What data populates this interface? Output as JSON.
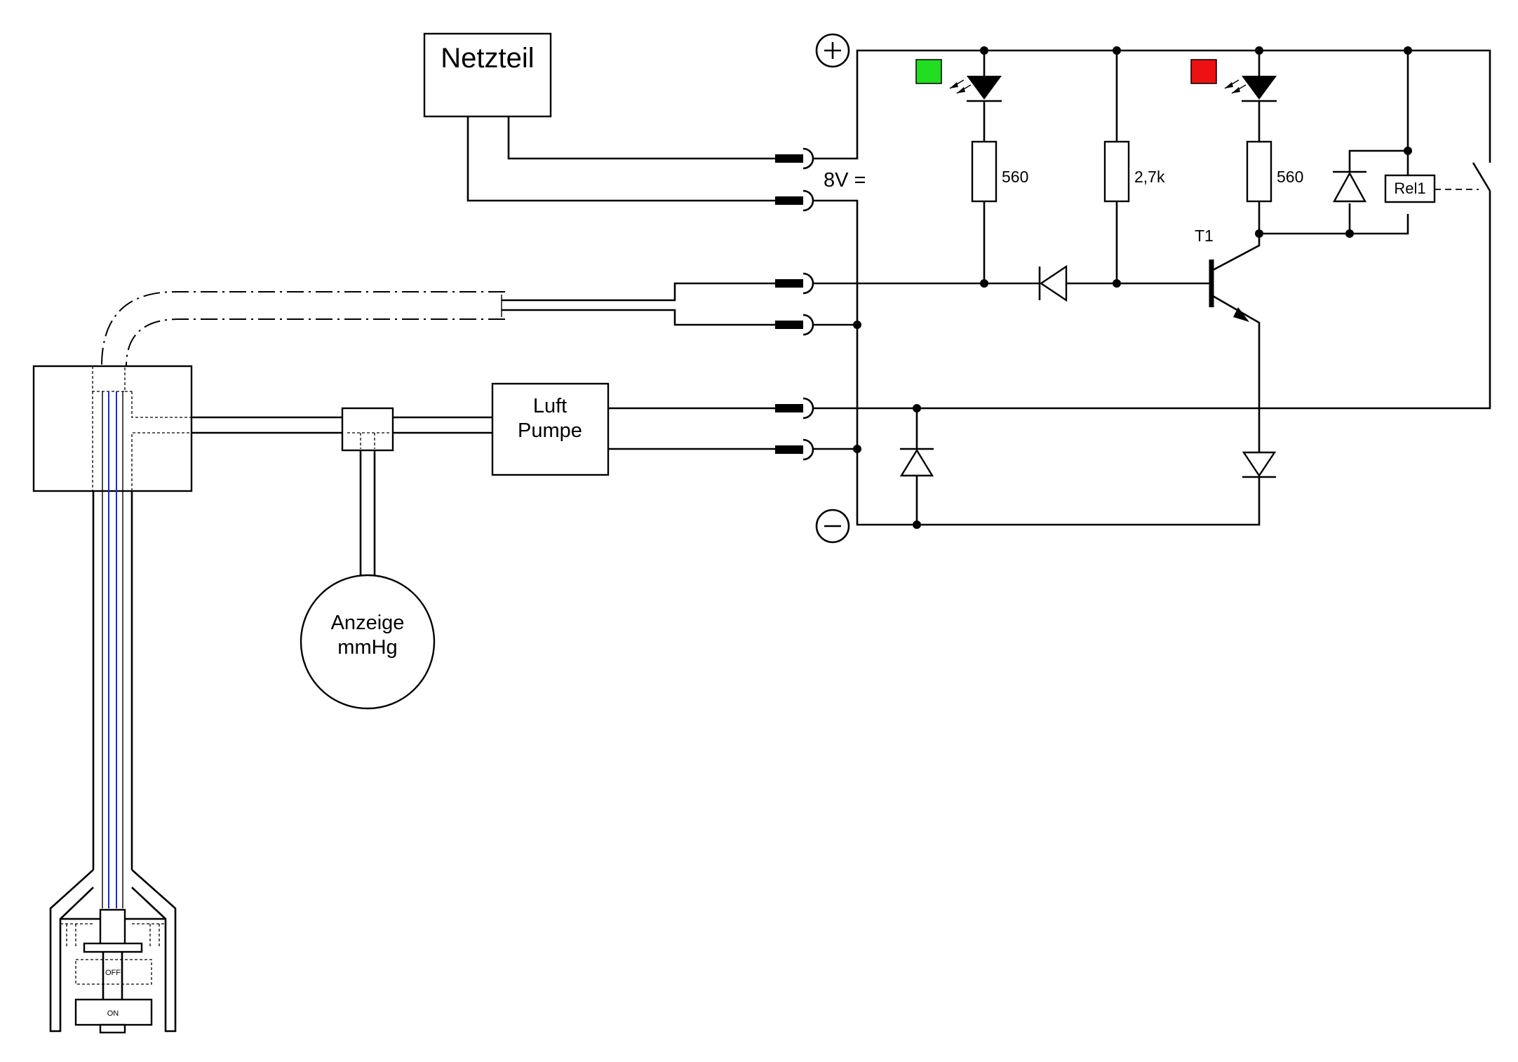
{
  "power_supply": {
    "label": "Netzteil"
  },
  "supply_voltage": {
    "label": "8V ="
  },
  "pump": {
    "line1": "Luft",
    "line2": "Pumpe"
  },
  "gauge": {
    "line1": "Anzeige",
    "line2": "mmHg"
  },
  "plus_terminal": {
    "symbol": "+"
  },
  "minus_terminal": {
    "symbol": "−"
  },
  "resistors": {
    "r1": "560",
    "r2": "2,7k",
    "r3": "560"
  },
  "transistor": {
    "label": "T1"
  },
  "relay": {
    "label": "Rel1"
  },
  "switch": {
    "off_label": "OFF",
    "on_label": "ON"
  },
  "leds": {
    "green_color": "#22dd22",
    "red_color": "#ee1111"
  },
  "tube_color": "#1e2bd6"
}
